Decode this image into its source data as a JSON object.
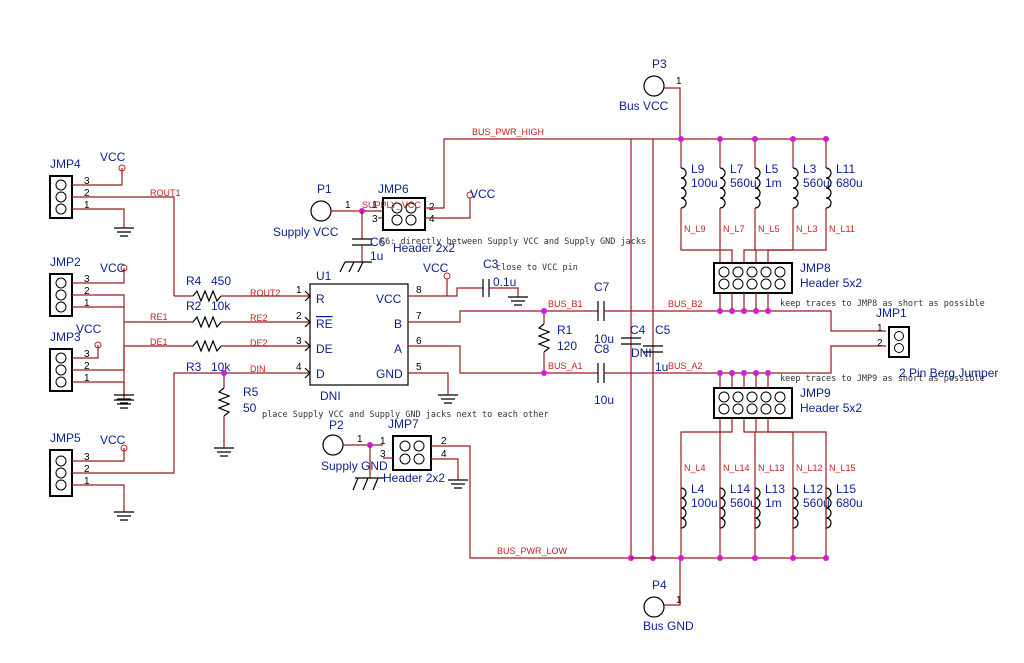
{
  "colors": {
    "wire": "#9b1c1c",
    "netlabel": "#c81d1d",
    "designator": "#0a1f8f",
    "junction": "#d61ad6",
    "body": "#000000"
  },
  "power": {
    "vcc": "VCC"
  },
  "components": {
    "jmp4": "JMP4",
    "jmp2": "JMP2",
    "jmp3": "JMP3",
    "jmp5": "JMP5",
    "r4": {
      "ref": "R4",
      "val": "450"
    },
    "r2": {
      "ref": "R2",
      "val": "10k"
    },
    "r3": {
      "ref": "R3",
      "val": "10k"
    },
    "r5": {
      "ref": "R5",
      "val": "50"
    },
    "p1": {
      "ref": "P1",
      "val": "Supply VCC"
    },
    "p2": {
      "ref": "P2",
      "val": "Supply GND"
    },
    "p3": {
      "ref": "P3",
      "val": "Bus VCC"
    },
    "p4": {
      "ref": "P4",
      "val": "Bus GND"
    },
    "jmp6": {
      "ref": "JMP6",
      "val": "Header 2x2"
    },
    "jmp7": {
      "ref": "JMP7",
      "val": "Header 2x2"
    },
    "c6": {
      "ref": "C6",
      "val": "1u"
    },
    "c3": {
      "ref": "C3",
      "val": "0.1u"
    },
    "u1": {
      "ref": "U1",
      "val": "DNI",
      "pins": [
        "R",
        "RE",
        "DE",
        "D",
        "VCC",
        "B",
        "A",
        "GND"
      ]
    },
    "r1": {
      "ref": "R1",
      "val": "120"
    },
    "c7": {
      "ref": "C7",
      "val": "10u"
    },
    "c8": {
      "ref": "C8",
      "val": "10u"
    },
    "c4": {
      "ref": "C4",
      "val": "DNI"
    },
    "c5": {
      "ref": "C5",
      "val": "1u"
    },
    "jmp8": {
      "ref": "JMP8",
      "val": "Header 5x2"
    },
    "jmp9": {
      "ref": "JMP9",
      "val": "Header 5x2"
    },
    "jmp1": {
      "ref": "JMP1",
      "val": "2 Pin Berg Jumper"
    },
    "inductors_top": [
      {
        "ref": "L9",
        "val": "100u",
        "net": "N_L9"
      },
      {
        "ref": "L7",
        "val": "560u",
        "net": "N_L7"
      },
      {
        "ref": "L5",
        "val": "1m",
        "net": "N_L5"
      },
      {
        "ref": "L3",
        "val": "560u",
        "net": "N_L3"
      },
      {
        "ref": "L11",
        "val": "680u",
        "net": "N_L11"
      }
    ],
    "inductors_bottom": [
      {
        "ref": "L4",
        "val": "100u",
        "net": "N_L4"
      },
      {
        "ref": "L14",
        "val": "560u",
        "net": "N_L14"
      },
      {
        "ref": "L13",
        "val": "1m",
        "net": "N_L13"
      },
      {
        "ref": "L12",
        "val": "560u",
        "net": "N_L12"
      },
      {
        "ref": "L15",
        "val": "680u",
        "net": "N_L15"
      }
    ]
  },
  "nets": {
    "rout1": "ROUT1",
    "rout2": "ROUT2",
    "re1": "RE1",
    "re2": "RE2",
    "de1": "DE1",
    "de2": "DE2",
    "din": "DIN",
    "supply_vcc": "SUPPLY_VCC",
    "bus_pwr_high": "BUS_PWR_HIGH",
    "bus_pwr_low": "BUS_PWR_LOW",
    "bus_b1": "BUS_B1",
    "bus_b2": "BUS_B2",
    "bus_a1": "BUS_A1",
    "bus_a2": "BUS_A2"
  },
  "notes": {
    "c6": "C6: directly between Supply VCC and Supply GND jacks",
    "c3": "close to VCC pin",
    "jmp8": "keep traces to JMP8 as short as possible",
    "jmp9": "keep traces to JMP9 as short as possible",
    "jacks": "place Supply VCC and Supply GND jacks next to each other"
  }
}
